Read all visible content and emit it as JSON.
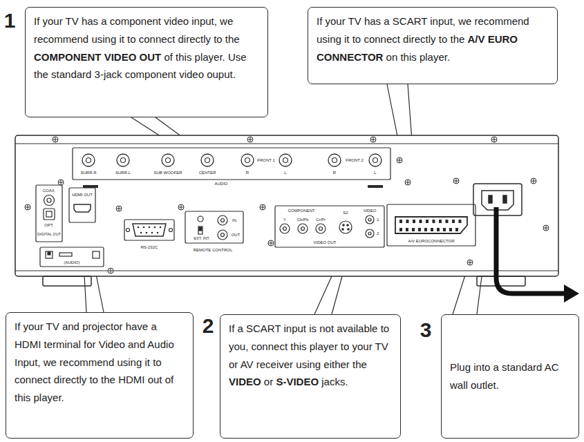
{
  "diagram": {
    "nodes": [
      {
        "text": [
          "If your TV has a component video input, we recommend using it to connect directly to the COMPONENT VIDEO OUT of this player. Use the standard 3-jack component video ouput."
        ]
      },
      {
        "text": [
          "If your TV has a SCART input, we recommend using it to connect directly to the A/V EURO CONNECTOR on this player."
        ]
      },
      {
        "text": [
          "If your TV and projector have a HDMI terminal for Video and Audio Input, we recommend using it to connect directly to the HDMI out of this player."
        ]
      },
      {
        "text": [
          "If a SCART input is not available to you, connect this player to your TV or AV receiver using either the VIDEO or S-VIDEO jacks."
        ]
      },
      {
        "text": [
          "Plug into a standard AC wall outlet."
        ]
      }
    ],
    "labels": [
      "1",
      "2",
      "3",
      "SURR.R",
      "SURR.L",
      "SUB WOOFER",
      "CENTER",
      "R",
      "FRONT 1",
      "L",
      "R",
      "FRONT 2",
      "L",
      "AUDIO",
      "COAX.",
      "OPT.",
      "DIGITAL OUT",
      "HDMI OUT",
      "(AUDIO)",
      "RS-232C",
      "REMOTE CONTROL",
      "IN",
      "OUT",
      "EXT. INT.",
      "COMPONENT",
      "Y",
      "Cb/Pb",
      "Cr/Pr",
      "S2",
      "VIDEO",
      "1",
      "2",
      "VIDEO OUT",
      "A/V EUROCONNECTOR"
    ]
  }
}
